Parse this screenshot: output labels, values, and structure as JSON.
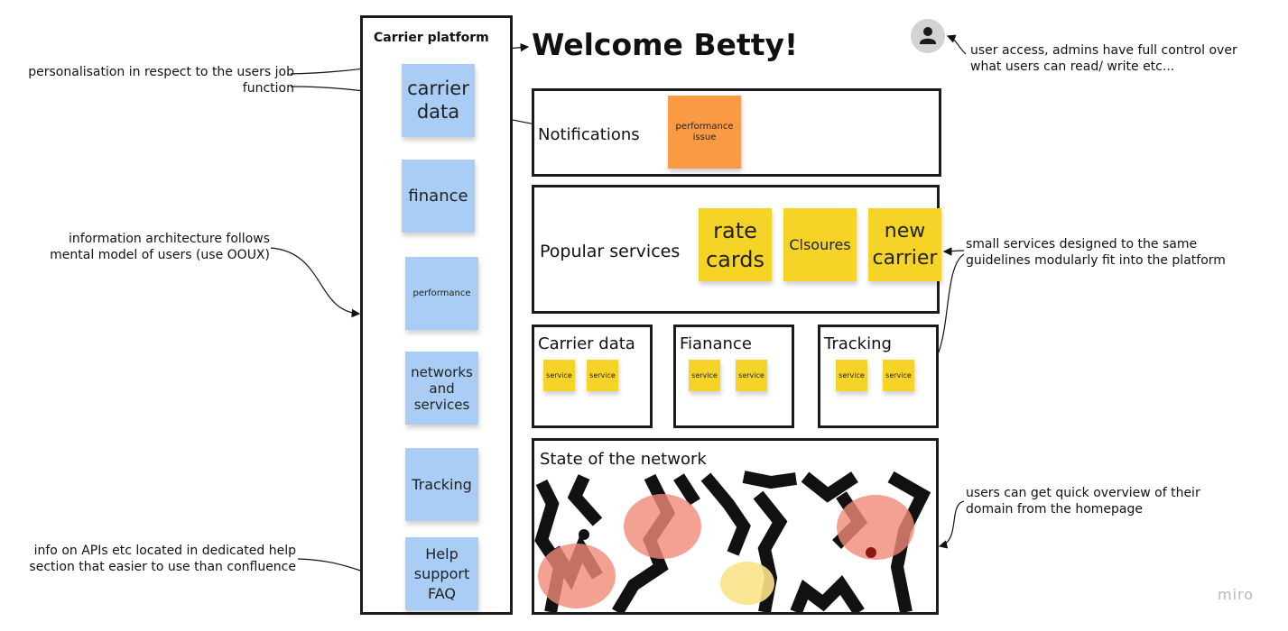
{
  "sidebar": {
    "title": "Carrier platform",
    "items": [
      "carrier data",
      "finance",
      "performance",
      "networks and services",
      "Tracking",
      "Help support FAQ"
    ]
  },
  "header": {
    "welcome": "Welcome Betty!"
  },
  "notifications": {
    "label": "Notifications",
    "sticky": "performance issue"
  },
  "popular": {
    "label": "Popular services",
    "items": [
      "rate cards",
      "Clsoures",
      "new carrier"
    ]
  },
  "categories": [
    {
      "label": "Carrier data",
      "services": [
        "service",
        "service"
      ]
    },
    {
      "label": "Fianance",
      "services": [
        "service",
        "service"
      ]
    },
    {
      "label": "Tracking",
      "services": [
        "service",
        "service"
      ]
    }
  ],
  "network": {
    "label": "State of the network"
  },
  "notes": {
    "personalisation": "personalisation in respect to the users job function",
    "info_arch": "information architecture follows mental model of users (use OOUX)",
    "help": "info on APIs etc located in dedicated help section that easier to use than confluence",
    "access": "user access, admins have full control over what users can read/ write etc...",
    "small_services": "small services designed to the same guidelines modularly fit into the platform",
    "overview": "users can get quick overview of their domain from the homepage"
  },
  "icons": {
    "user": "user-avatar-icon"
  },
  "brand": "miro",
  "colors": {
    "blue_sticky": "#a9cdf4",
    "yellow_sticky": "#f5d327",
    "orange_sticky": "#fb9a45",
    "red_blob": "#f08a78"
  }
}
